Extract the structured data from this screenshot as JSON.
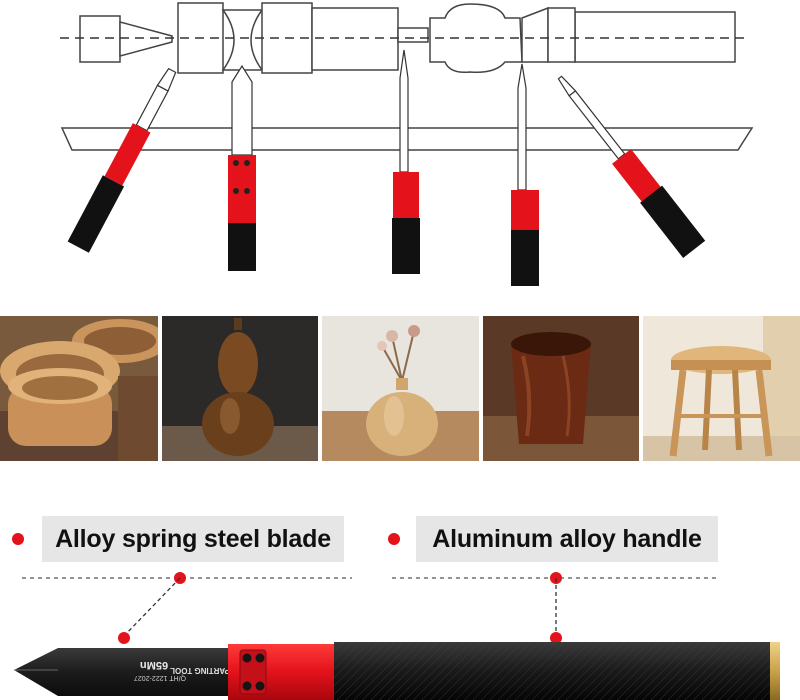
{
  "callouts": [
    {
      "label": "Alloy spring steel blade"
    },
    {
      "label": "Aluminum alloy handle"
    }
  ],
  "blade_engraving": {
    "brand_line": "65Mn",
    "code_line": "Q/HT 1222-2027",
    "tool_line": "PARTING TOOL"
  },
  "colors": {
    "accent_red": "#e3121b",
    "handle_black": "#1a1a1a",
    "label_bg": "#e6e6e6",
    "brass_cap": "#c9a24a"
  },
  "photos": [
    {
      "name": "wooden-bowls-photo"
    },
    {
      "name": "wooden-gourd-photo"
    },
    {
      "name": "wooden-vase-photo"
    },
    {
      "name": "wooden-cup-photo"
    },
    {
      "name": "wooden-stool-photo"
    }
  ]
}
